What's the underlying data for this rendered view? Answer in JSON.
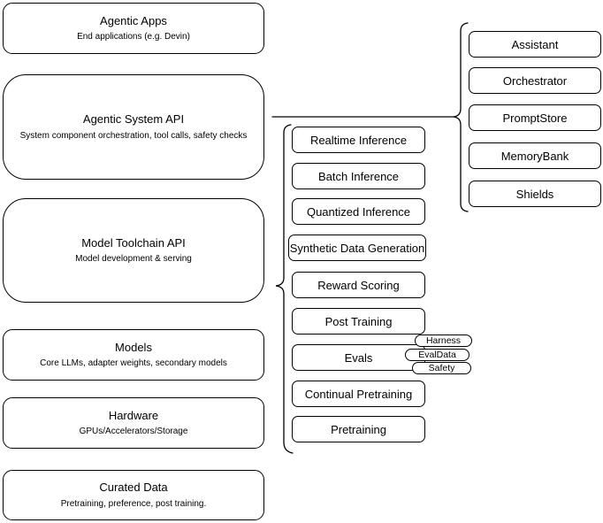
{
  "diagram": {
    "left_stack": [
      {
        "title": "Agentic Apps",
        "subtitle": "End applications (e.g. Devin)"
      },
      {
        "title": "Agentic System API",
        "subtitle": "System component orchestration, tool calls, safety checks"
      },
      {
        "title": "Model Toolchain API",
        "subtitle": "Model development & serving"
      },
      {
        "title": "Models",
        "subtitle": "Core LLMs, adapter weights, secondary models"
      },
      {
        "title": "Hardware",
        "subtitle": "GPUs/Accelerators/Storage"
      },
      {
        "title": "Curated Data",
        "subtitle": "Pretraining, preference, post training."
      }
    ],
    "toolchain_services": [
      "Realtime Inference",
      "Batch Inference",
      "Quantized Inference",
      "Synthetic Data Generation",
      "Reward Scoring",
      "Post Training",
      "Evals",
      "Continual Pretraining",
      "Pretraining"
    ],
    "eval_tags": [
      "Harness",
      "EvalData",
      "Safety"
    ],
    "system_components": [
      "Assistant",
      "Orchestrator",
      "PromptStore",
      "MemoryBank",
      "Shields"
    ],
    "colors": {
      "stroke": "#000000",
      "background": "#ffffff",
      "text": "#000000"
    }
  }
}
